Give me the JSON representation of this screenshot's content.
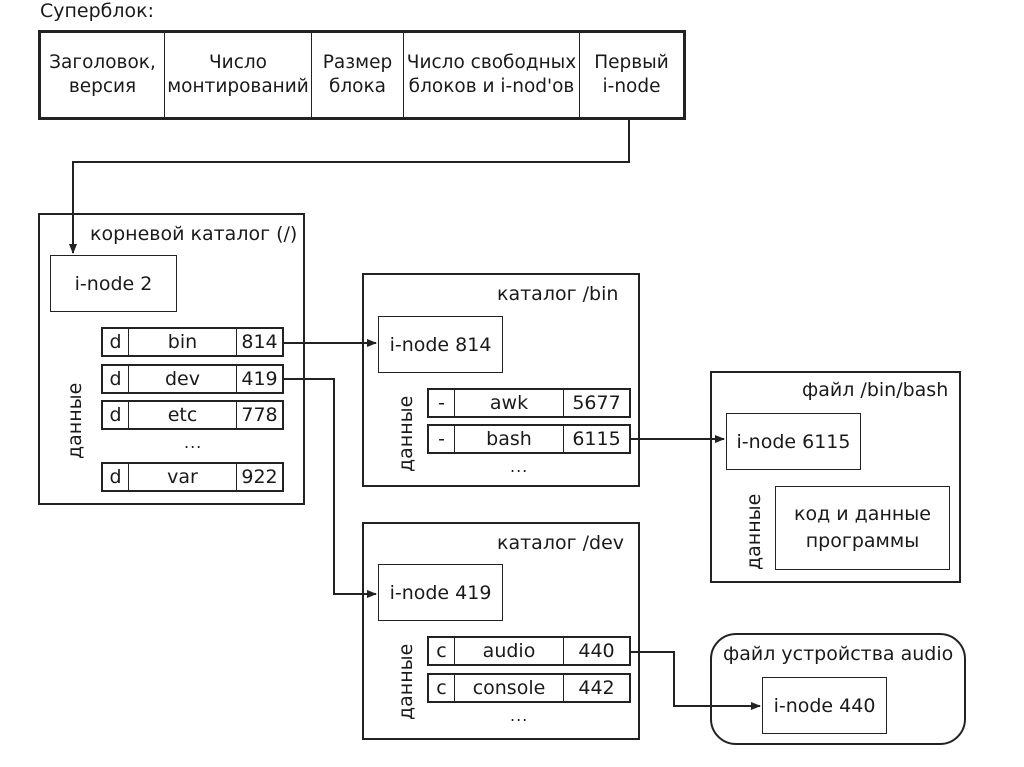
{
  "superblock": {
    "label": "Суперблок:",
    "fields": [
      {
        "line1": "Заголовок,",
        "line2": "версия"
      },
      {
        "line1": "Число",
        "line2": "монтирований"
      },
      {
        "line1": "Размер",
        "line2": "блока"
      },
      {
        "line1": "Число свободных",
        "line2": "блоков и i-nod'ов"
      },
      {
        "line1": "Первый",
        "line2": "i-node"
      }
    ]
  },
  "root_dir": {
    "title": "корневой каталог (/)",
    "inode": "i-node  2",
    "data_label": "данные",
    "entries": [
      {
        "type": "d",
        "name": "bin",
        "inode": "814"
      },
      {
        "type": "d",
        "name": "dev",
        "inode": "419"
      },
      {
        "type": "d",
        "name": "etc",
        "inode": "778"
      },
      {
        "type": "d",
        "name": "var",
        "inode": "922"
      }
    ],
    "ellipsis": "..."
  },
  "bin_dir": {
    "title": "каталог /bin",
    "inode": "i-node  814",
    "data_label": "данные",
    "entries": [
      {
        "type": "-",
        "name": "awk",
        "inode": "5677"
      },
      {
        "type": "-",
        "name": "bash",
        "inode": "6115"
      }
    ],
    "ellipsis": "..."
  },
  "bash_file": {
    "title": "файл /bin/bash",
    "inode": "i-node  6115",
    "data_label": "данные",
    "content_line1": "код и данные",
    "content_line2": "программы"
  },
  "dev_dir": {
    "title": "каталог /dev",
    "inode": "i-node  419",
    "data_label": "данные",
    "entries": [
      {
        "type": "c",
        "name": "audio",
        "inode": "440"
      },
      {
        "type": "c",
        "name": "console",
        "inode": "442"
      }
    ],
    "ellipsis": "..."
  },
  "audio_file": {
    "title": "файл устройства audio",
    "inode": "i-node  440"
  }
}
